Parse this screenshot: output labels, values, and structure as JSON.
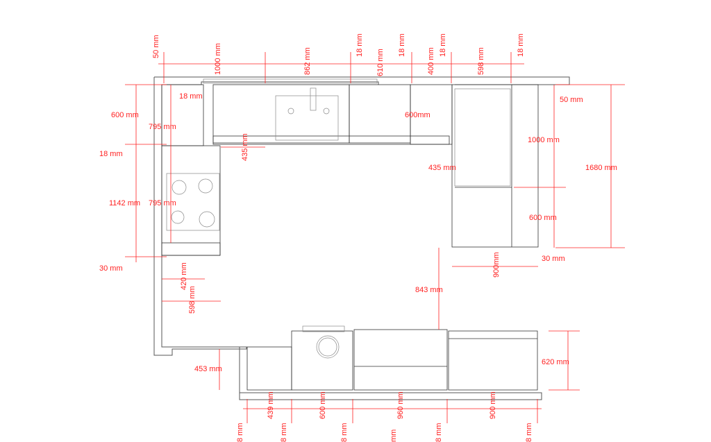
{
  "colors": {
    "dimension": "#ff2020",
    "linework": "#333333"
  },
  "top_dims": [
    "50 mm",
    "1000 mm",
    "862 mm",
    "18 mm",
    "610 mm",
    "18 mm",
    "400 mm",
    "18 mm",
    "598 mm",
    "18 mm"
  ],
  "left_dims": [
    "18 mm",
    "600 mm",
    "795 mm",
    "18 mm",
    "1142 mm",
    "795 mm",
    "30 mm",
    "420 mm",
    "598 mm",
    "453 mm",
    "435 mm"
  ],
  "right_dims": [
    "600mm",
    "435 mm",
    "1000 mm",
    "50 mm",
    "1680 mm",
    "600 mm",
    "30 mm",
    "900mm",
    "843 mm",
    "620 mm"
  ],
  "bottom_dims": [
    "439 mm",
    "600 mm",
    "960 mm",
    "900 mm",
    "8 mm",
    "8 mm",
    "8 mm",
    "8 mm",
    "8 mm",
    "mm"
  ]
}
